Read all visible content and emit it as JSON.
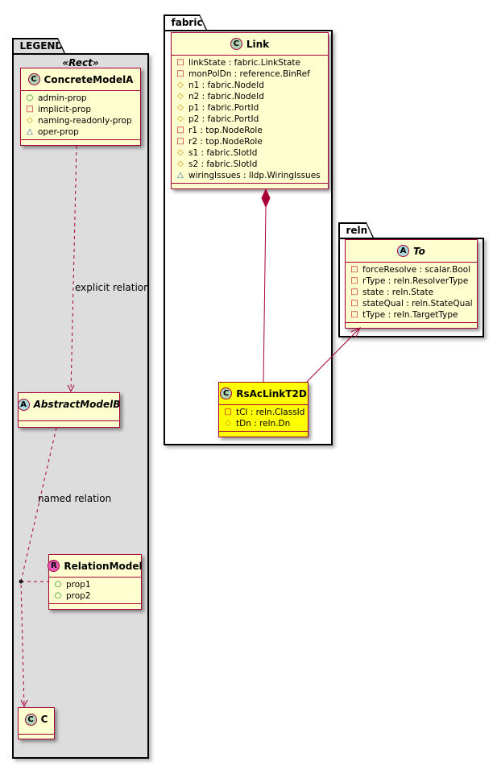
{
  "packages": {
    "legend": {
      "name": "LEGEND",
      "stereotype": "«Rect»"
    },
    "fabric": {
      "name": "fabric"
    },
    "reln": {
      "name": "reln"
    }
  },
  "classes": {
    "concreteModelA": {
      "name": "ConcreteModelA",
      "spot": "C",
      "members": [
        {
          "icon": "circle",
          "text": "admin-prop"
        },
        {
          "icon": "square",
          "text": "implicit-prop"
        },
        {
          "icon": "diamond",
          "text": "naming-readonly-prop"
        },
        {
          "icon": "triangle",
          "text": "oper-prop"
        }
      ]
    },
    "abstractModelB": {
      "name": "AbstractModelB",
      "spot": "A",
      "members": []
    },
    "relationModel": {
      "name": "RelationModel",
      "spot": "R",
      "members": [
        {
          "icon": "circle",
          "text": "prop1"
        },
        {
          "icon": "circle",
          "text": "prop2"
        }
      ]
    },
    "c": {
      "name": "C",
      "spot": "C",
      "members": []
    },
    "link": {
      "name": "Link",
      "spot": "C",
      "members": [
        {
          "icon": "square",
          "text": "linkState : fabric.LinkState"
        },
        {
          "icon": "square",
          "text": "monPolDn : reference.BinRef"
        },
        {
          "icon": "diamond",
          "text": "n1 : fabric.NodeId"
        },
        {
          "icon": "diamond",
          "text": "n2 : fabric.NodeId"
        },
        {
          "icon": "diamond",
          "text": "p1 : fabric.PortId"
        },
        {
          "icon": "diamond",
          "text": "p2 : fabric.PortId"
        },
        {
          "icon": "square",
          "text": "r1 : top.NodeRole"
        },
        {
          "icon": "square",
          "text": "r2 : top.NodeRole"
        },
        {
          "icon": "diamond",
          "text": "s1 : fabric.SlotId"
        },
        {
          "icon": "diamond",
          "text": "s2 : fabric.SlotId"
        },
        {
          "icon": "triangle",
          "text": "wiringIssues : lldp.WiringIssues"
        }
      ]
    },
    "to": {
      "name": "To",
      "spot": "A",
      "members": [
        {
          "icon": "square",
          "text": "forceResolve : scalar.Bool"
        },
        {
          "icon": "square",
          "text": "rType : reln.ResolverType"
        },
        {
          "icon": "square",
          "text": "state : reln.State"
        },
        {
          "icon": "square",
          "text": "stateQual : reln.StateQual"
        },
        {
          "icon": "square",
          "text": "tType : reln.TargetType"
        }
      ]
    },
    "rsAcLinkT2D": {
      "name": "RsAcLinkT2D",
      "spot": "C",
      "members": [
        {
          "icon": "square",
          "text": "tCl : reln.ClassId"
        },
        {
          "icon": "diamond",
          "text": "tDn : reln.Dn"
        }
      ]
    }
  },
  "labels": {
    "explicit_relation": "explicit relation",
    "named_relation": "named relation"
  },
  "icons": {
    "circle": "○",
    "square": "□",
    "diamond": "◇",
    "triangle": "△"
  },
  "colors": {
    "class_bg": "#FEFECE",
    "class_border": "#A80036",
    "highlight_bg": "#FFFF00",
    "legend_package_bg": "#DDDDDD",
    "spot_class": "#ADD1B2",
    "spot_abstract": "#A9DCDF",
    "spot_relation": "#E85BBE",
    "icon_circle": "#0A8A0A",
    "icon_square": "#C00000",
    "icon_diamond": "#C88A00",
    "icon_triangle": "#2B6CB0",
    "edge": "#A80036"
  }
}
